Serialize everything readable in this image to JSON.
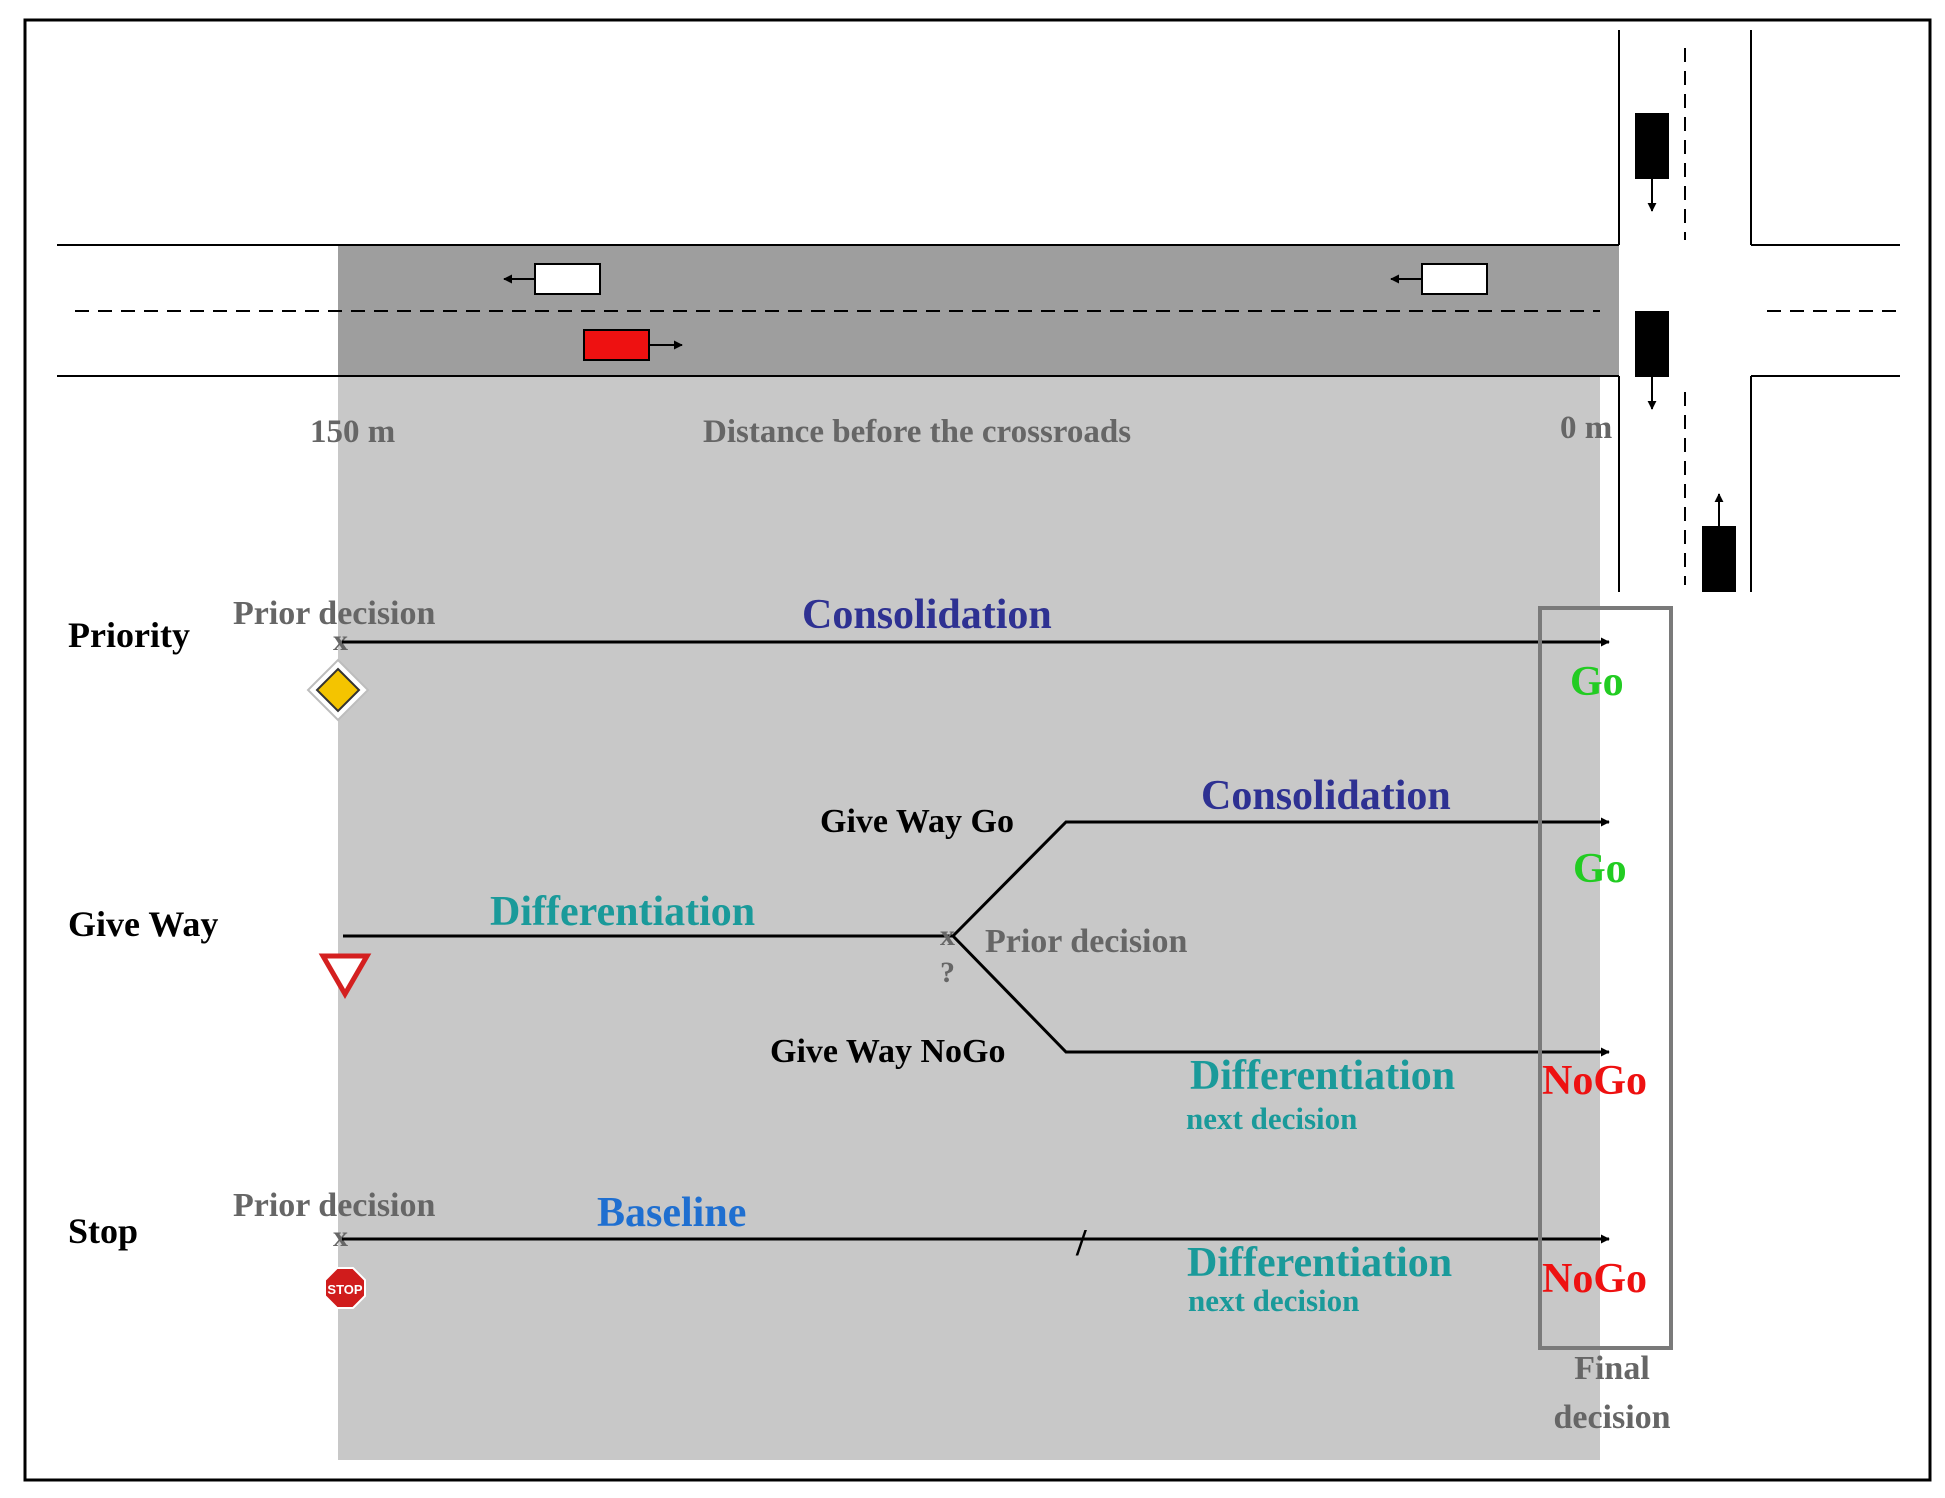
{
  "road": {
    "start_label": "150 m",
    "axis_label": "Distance before the crossroads",
    "end_label": "0 m"
  },
  "rows": {
    "priority": {
      "label": "Priority",
      "prior_decision": "Prior decision",
      "x_mark": "x",
      "phase": "Consolidation",
      "outcome": "Go",
      "sign": "priority-road-sign"
    },
    "giveway": {
      "label": "Give Way",
      "phase": "Differentiation",
      "x_mark": "x",
      "question_mark": "?",
      "prior_decision": "Prior decision",
      "go_branch_label": "Give Way Go",
      "go_phase": "Consolidation",
      "go_outcome": "Go",
      "nogo_branch_label": "Give Way NoGo",
      "nogo_phase": "Differentiation",
      "nogo_subphase": "next decision",
      "nogo_outcome": "NoGo",
      "sign": "yield-sign"
    },
    "stop": {
      "label": "Stop",
      "prior_decision": "Prior decision",
      "x_mark": "x",
      "phase": "Baseline",
      "phase2": "Differentiation",
      "subphase2": "next decision",
      "break_mark": "/",
      "outcome": "NoGo",
      "sign_text": "STOP"
    }
  },
  "final": {
    "line1": "Final",
    "line2": "decision"
  },
  "colors": {
    "consolidation": "#2e3192",
    "differentiation": "#1a9a9a",
    "baseline": "#1f6fd0",
    "go": "#22cc22",
    "nogo": "#ee1111",
    "ego_vehicle": "#ee1111",
    "zone_light": "#c8c8c8",
    "zone_dark": "#9e9e9e"
  }
}
